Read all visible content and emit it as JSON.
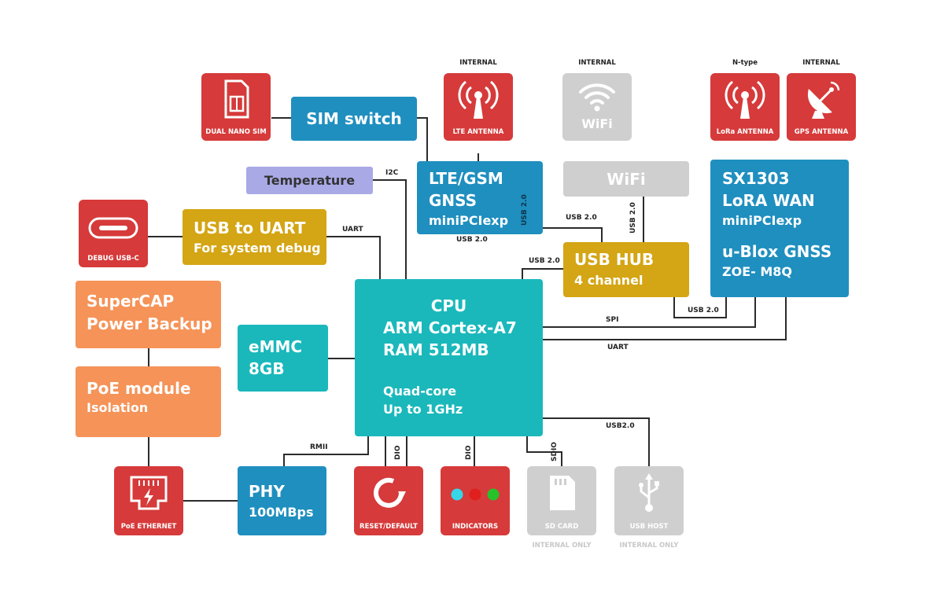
{
  "colors": {
    "red": "#d63a3a",
    "blue": "#1f8fbf",
    "teal": "#1ab8bb",
    "gold": "#d4a514",
    "orange": "#f59358",
    "lavender": "#a9a9e6",
    "gray": "#cfcfcf",
    "line": "#2b2b2b"
  },
  "icons": {
    "sim": {
      "icon": "sim-card-icon",
      "caption": "DUAL NANO SIM"
    },
    "lte": {
      "icon": "antenna-icon",
      "caption": "LTE ANTENNA",
      "top": "INTERNAL"
    },
    "wifi": {
      "icon": "wifi-icon",
      "word": "WiFi",
      "top": "INTERNAL"
    },
    "lora": {
      "icon": "antenna-icon",
      "caption": "LoRa ANTENNA",
      "top": "N-type"
    },
    "gps": {
      "icon": "satellite-dish-icon",
      "caption": "GPS ANTENNA",
      "top": "INTERNAL"
    },
    "debug": {
      "icon": "usb-c-icon",
      "caption": "DEBUG USB-C"
    },
    "poe": {
      "icon": "ethernet-icon",
      "caption": "PoE ETHERNET"
    },
    "reset": {
      "icon": "reset-icon",
      "caption": "RESET/DEFAULT"
    },
    "indicators": {
      "icon": "led-indicators-icon",
      "caption": "INDICATORS",
      "leds": [
        "#35d6e8",
        "#e01f1f",
        "#27c22b"
      ]
    },
    "sdcard": {
      "icon": "sd-card-icon",
      "caption": "SD CARD",
      "note": "INTERNAL ONLY"
    },
    "usbhost": {
      "icon": "usb-icon",
      "caption": "USB HOST",
      "note": "INTERNAL ONLY"
    }
  },
  "blocks": {
    "sim_switch": "SIM switch",
    "temperature": "Temperature",
    "lte": {
      "l1": "LTE/GSM",
      "l2": "GNSS",
      "l3": "miniPCIexp",
      "side": "USB 2.0"
    },
    "wifi": "WiFi",
    "lora": {
      "l1": "SX1303",
      "l2": "LoRA WAN",
      "l3": "miniPCIexp",
      "l4": "u-Blox GNSS",
      "l5": "ZOE- M8Q"
    },
    "usb_uart": {
      "l1": "USB to UART",
      "l2": "For system debug"
    },
    "usb_hub": {
      "l1": "USB HUB",
      "l2": "4 channel"
    },
    "cpu": {
      "l1": "CPU",
      "l2": "ARM Cortex-A7",
      "l3": "RAM 512MB",
      "l4": "Quad-core",
      "l5": "Up to 1GHz"
    },
    "supercap": {
      "l1": "SuperCAP",
      "l2": "Power Backup"
    },
    "emmc": {
      "l1": "eMMC",
      "l2": "8GB"
    },
    "poe_module": {
      "l1": "PoE module",
      "l2": "Isolation"
    },
    "phy": {
      "l1": "PHY",
      "l2": "100MBps"
    }
  },
  "links": {
    "i2c": "I2C",
    "uart_debug": "UART",
    "usb_lte_bottom": "USB 2.0",
    "usb_wifi_hub": "USB 2.0",
    "usb_wifi_vertical": "USB 2.0",
    "usb_cpu_hub": "USB 2.0",
    "usb_hub_lora": "USB 2.0",
    "spi": "SPI",
    "uart_gnss": "UART",
    "usb_host": "USB2.0",
    "rmii": "RMII",
    "dio_reset": "DIO",
    "dio_ind": "DIO",
    "sdio": "SDIO"
  }
}
